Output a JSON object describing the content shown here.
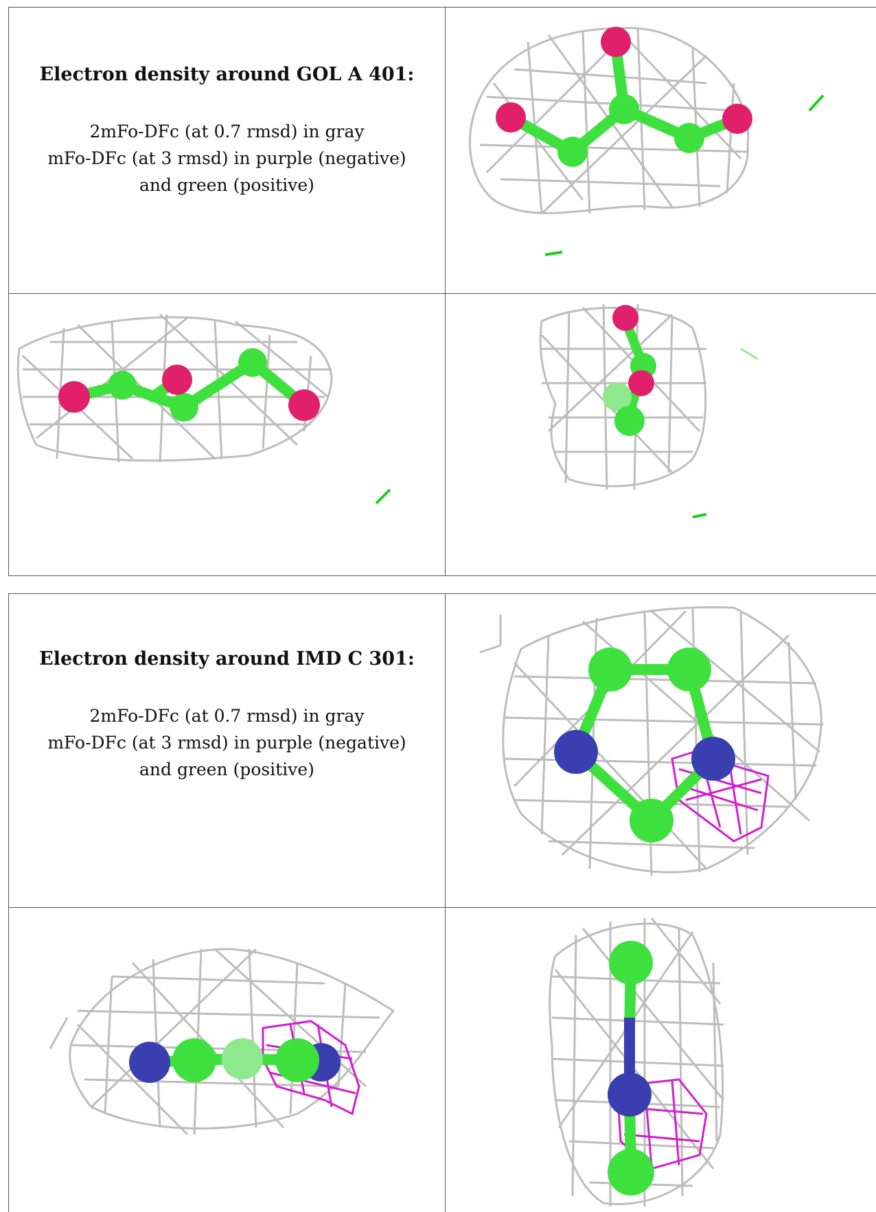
{
  "panels": [
    {
      "title": "Electron density around GOL A 401:",
      "line1": "2mFo-DFc (at 0.7 rmsd) in gray",
      "line2": "mFo-DFc (at 3 rmsd) in purple (negative)",
      "line3": "and green (positive)"
    },
    {
      "title": "Electron density around IMD C 301:",
      "line1": "2mFo-DFc (at 0.7 rmsd) in gray",
      "line2": "mFo-DFc (at 3 rmsd) in purple (negative)",
      "line3": "and green (positive)"
    }
  ],
  "colors": {
    "mesh": "#b8b8b8",
    "carbon": "#3ee03e",
    "oxygen": "#e0206a",
    "nitrogen": "#3a3fb0",
    "negative_density": "#d020d0",
    "positive_density": "#18d018"
  }
}
